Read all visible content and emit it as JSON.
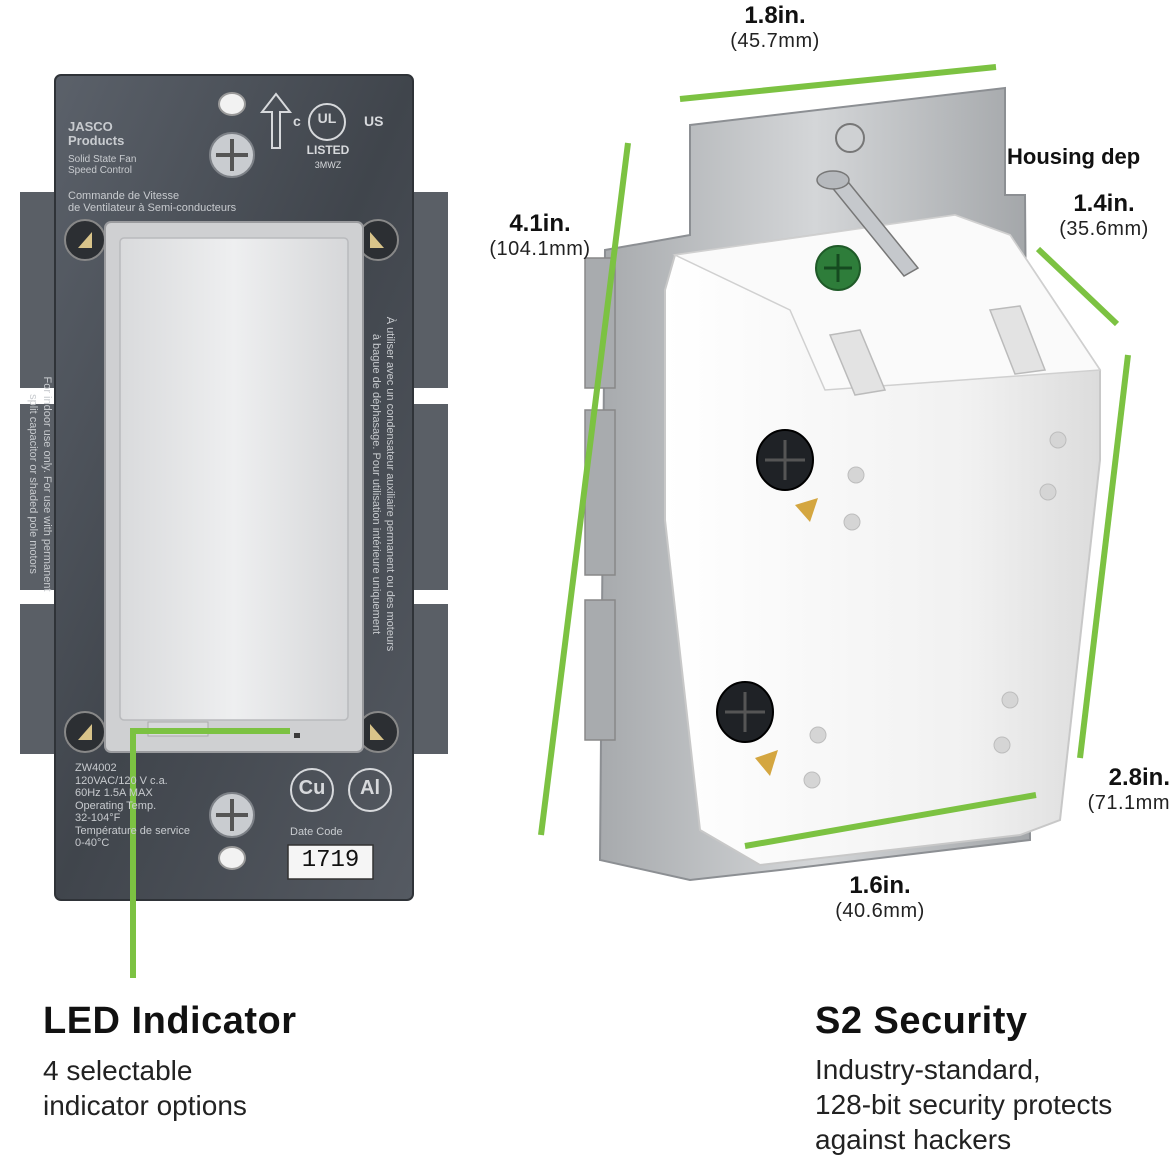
{
  "colors": {
    "accent_green": "#7cc242",
    "plate_steel": "#4a4f57",
    "rocker_white": "#e6e7e9",
    "housing_white": "#f4f4f4",
    "aluminum": "#b9bbbd"
  },
  "front_plate": {
    "brand_line1": "JASCO",
    "brand_line2": "Products",
    "product_line1": "Solid State Fan",
    "product_line2": "Speed Control",
    "fr_line1": "Commande de Vitesse",
    "fr_line2": "de Ventilateur à Semi-conducteurs",
    "ul_c": "c",
    "ul_mark": "UL",
    "ul_us": "US",
    "ul_listed": "LISTED",
    "ul_code": "3MWZ",
    "side_text_left_1": "For indoor use only. For use with permanent",
    "side_text_left_2": "split capacitor or shaded pole motors",
    "side_text_right_1": "À utiliser avec un condensateur auxiliaire permanent ou des moteurs",
    "side_text_right_2": "à bague de déphasage. Pour utilisation intérieure uniquement",
    "spec_lines": [
      "ZW4002",
      "120VAC/120 V c.a.",
      "60Hz 1.5A MAX",
      "Operating Temp.",
      "32-104°F",
      "Température de service",
      "0-40°C"
    ],
    "date_code_label": "Date Code",
    "date_code_value": "1719",
    "cert_cu": "Cu",
    "cert_al": "Al"
  },
  "dimensions": {
    "width_top": {
      "imperial": "1.8in.",
      "metric": "(45.7mm)"
    },
    "height_left": {
      "imperial": "4.1in.",
      "metric": "(104.1mm)"
    },
    "housing_label": "Housing dep",
    "housing_depth": {
      "imperial": "1.4in.",
      "metric": "(35.6mm)"
    },
    "housing_height": {
      "imperial": "2.8in.",
      "metric": "(71.1mm"
    },
    "housing_width": {
      "imperial": "1.6in.",
      "metric": "(40.6mm)"
    }
  },
  "features": {
    "led": {
      "title": "LED Indicator",
      "description": "4 selectable\nindicator options"
    },
    "security": {
      "title": "S2 Security",
      "description": "Industry-standard,\n128-bit security protects\nagainst hackers"
    }
  }
}
